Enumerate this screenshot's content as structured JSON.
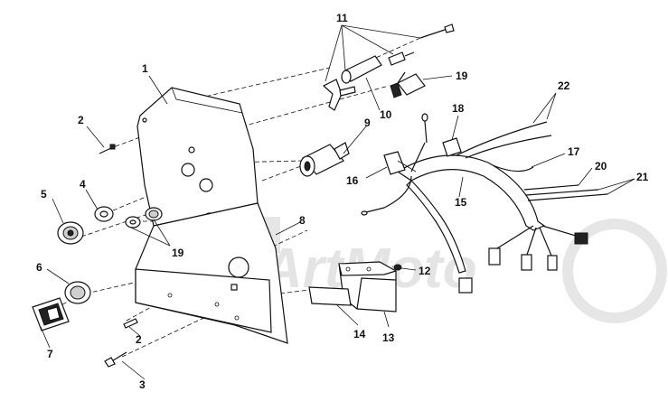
{
  "diagram": {
    "watermark_text": "ArtMoto",
    "callouts": {
      "c1": "1",
      "c2a": "2",
      "c2b": "2",
      "c3": "3",
      "c4": "4",
      "c5": "5",
      "c6": "6",
      "c7": "7",
      "c8": "8",
      "c9": "9",
      "c10": "10",
      "c11": "11",
      "c12": "12",
      "c13": "13",
      "c14": "14",
      "c15": "15",
      "c16": "16",
      "c17": "17",
      "c18": "18",
      "c19a": "19",
      "c19b": "19",
      "c20": "20",
      "c21": "21",
      "c22": "22"
    }
  }
}
